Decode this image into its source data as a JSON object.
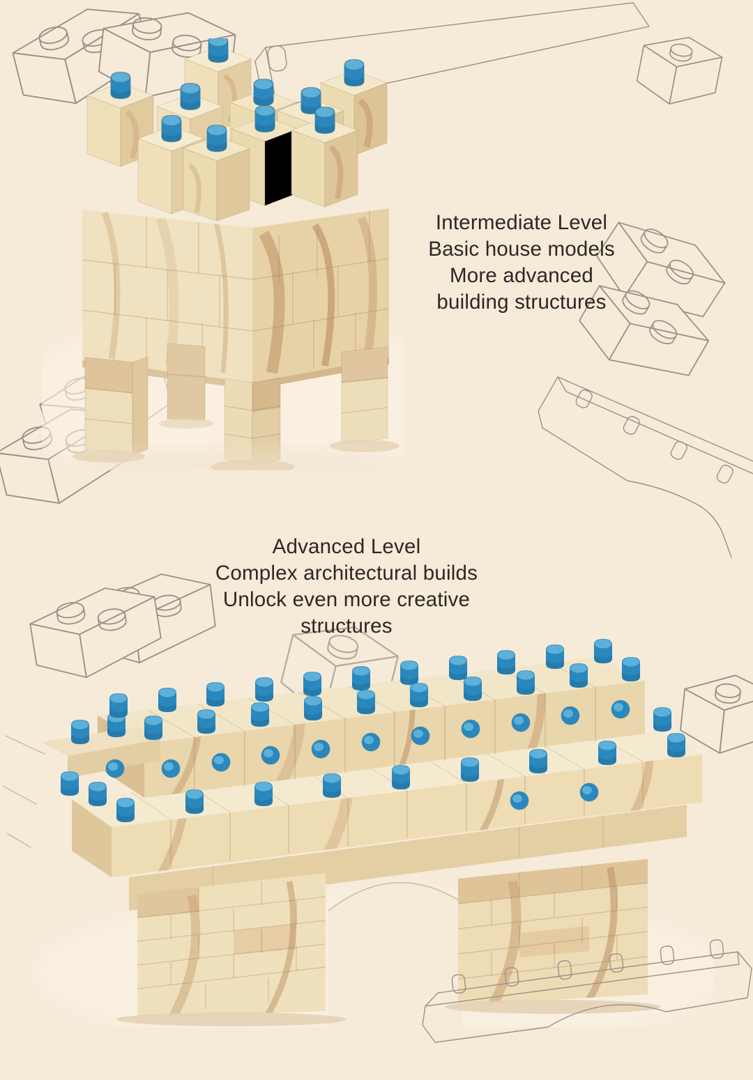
{
  "page": {
    "background": "#f6ead9",
    "text_color": "#2b2824",
    "outline_color": "#9b9087",
    "peg_color": "#2b88bd",
    "peg_light": "#5cb0d9",
    "peg_dark": "#1f6d99",
    "wood_light": "#f2e6c8",
    "wood_tan": "#e9d6ac",
    "wood_grain": "#c49a6e"
  },
  "captions": {
    "intermediate": {
      "lines": [
        "Intermediate Level",
        "Basic house models",
        "More advanced",
        "building structures"
      ]
    },
    "advanced": {
      "lines": [
        "Advanced Level",
        "Complex architectural builds",
        "Unlock even more creative",
        "structures"
      ]
    }
  }
}
